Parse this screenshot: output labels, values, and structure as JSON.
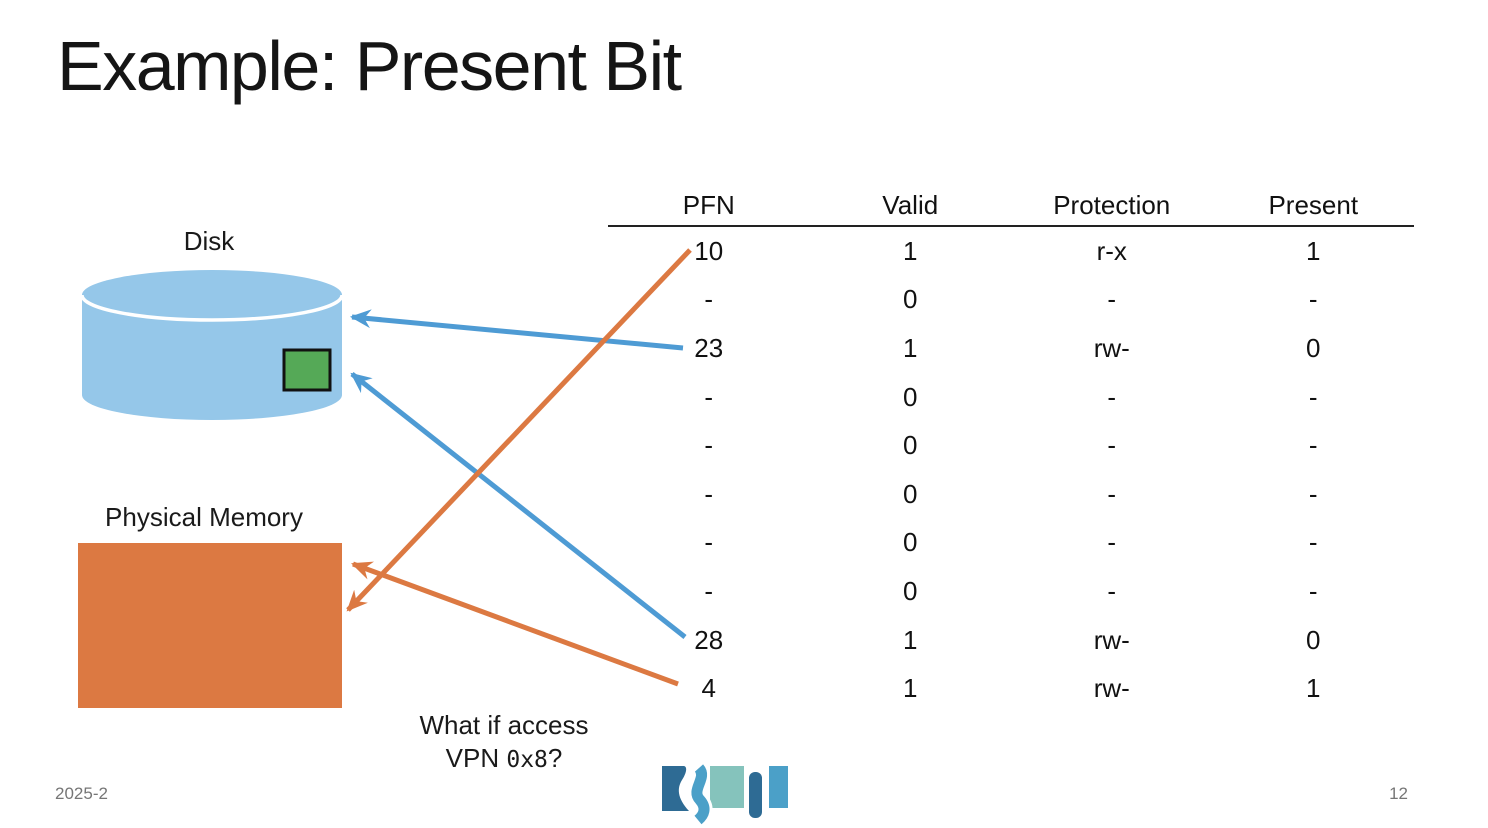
{
  "slide": {
    "title": "Example: Present Bit"
  },
  "diagram": {
    "disk_label": "Disk",
    "memory_label": "Physical Memory"
  },
  "page_table": {
    "columns": [
      "PFN",
      "Valid",
      "Protection",
      "Present"
    ],
    "rows": [
      [
        "10",
        "1",
        "r-x",
        "1"
      ],
      [
        "-",
        "0",
        "-",
        "-"
      ],
      [
        "23",
        "1",
        "rw-",
        "0"
      ],
      [
        "-",
        "0",
        "-",
        "-"
      ],
      [
        "-",
        "0",
        "-",
        "-"
      ],
      [
        "-",
        "0",
        "-",
        "-"
      ],
      [
        "-",
        "0",
        "-",
        "-"
      ],
      [
        "-",
        "0",
        "-",
        "-"
      ],
      [
        "28",
        "1",
        "rw-",
        "0"
      ],
      [
        "4",
        "1",
        "rw-",
        "1"
      ]
    ]
  },
  "question": {
    "line1": "What if access",
    "vpn_prefix": "VPN",
    "code": "0x8",
    "suffix": "?"
  },
  "footer": {
    "course": "2025-2",
    "page": "12"
  },
  "colors": {
    "disk_fill": "#95C7E9",
    "memory_fill": "#DC7942",
    "arrow_blue": "#4E9BD4",
    "arrow_orange": "#DC7942",
    "page_green": "#55A957",
    "square_border": "#111111",
    "logo_dark": "#2E6B94",
    "logo_blue": "#4BA0C8",
    "logo_teal": "#85C3BC"
  }
}
